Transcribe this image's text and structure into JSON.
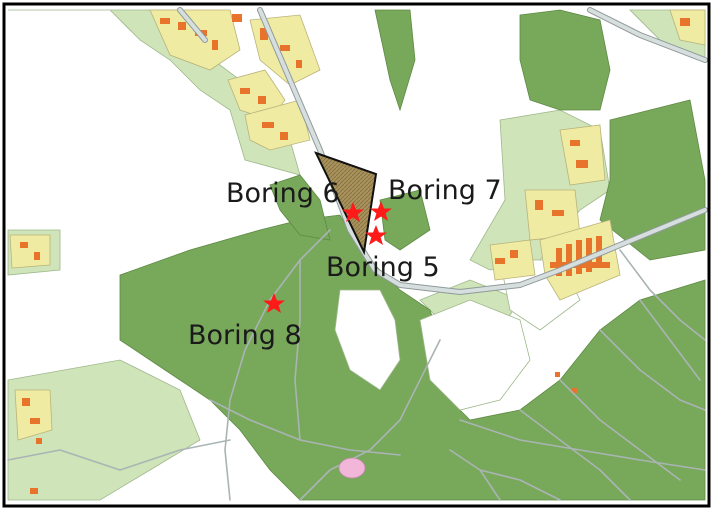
{
  "map": {
    "colors": {
      "background": "#ffffff",
      "forest_dark": "#78a85a",
      "forest_light": "#cfe4b8",
      "residential": "#f0eba2",
      "buildings": "#e8742c",
      "roads": "#c8cfcf",
      "road_edge": "#8f9a9a",
      "pond": "#f2b6d8",
      "site_polygon": "#a08a55",
      "marker": "#ff1a1a",
      "frame": "#000000"
    },
    "borings": [
      {
        "label": "Boring 6",
        "marker_icon": "star-icon"
      },
      {
        "label": "Boring 7",
        "marker_icon": "star-icon"
      },
      {
        "label": "Boring 5",
        "marker_icon": "star-icon"
      },
      {
        "label": "Boring 8",
        "marker_icon": "star-icon"
      }
    ]
  }
}
